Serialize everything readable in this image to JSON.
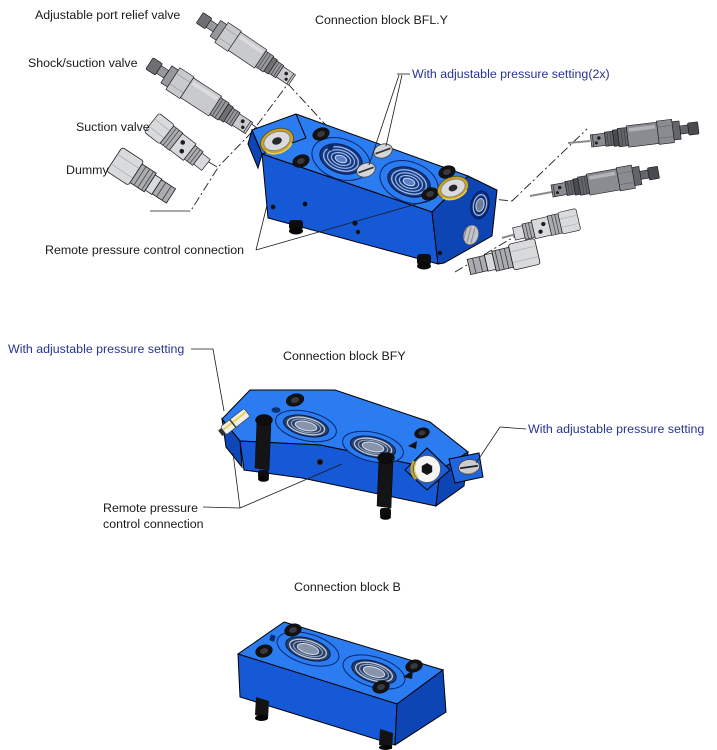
{
  "page": {
    "background": "#FFFFFF"
  },
  "colors": {
    "block_blue_top": "#2B7CF0",
    "block_blue_front": "#1659D6",
    "block_blue_side": "#0E45B5",
    "label_black": "#1A1A1A",
    "label_navy": "#28348F",
    "gold_ring": "#C9A227",
    "yellow_seal": "#E8D44C",
    "valve_gray_light": "#D9DADC",
    "valve_gray_medium": "#97989C",
    "valve_gray_dark": "#63656B"
  },
  "diagram_bfly": {
    "title": "Connection block BFL.Y",
    "labels": {
      "port_relief": "Adjustable port relief valve",
      "shock_suction": "Shock/suction valve",
      "suction": "Suction valve",
      "dummy": "Dummy",
      "pressure_setting": "With adjustable pressure setting(2x)",
      "remote": "Remote pressure control connection"
    }
  },
  "diagram_bfy": {
    "title": "Connection block BFY",
    "labels": {
      "pressure_setting_left": "With adjustable pressure setting",
      "pressure_setting_right": "With adjustable pressure setting",
      "remote_line1": "Remote pressure",
      "remote_line2": "control connection"
    }
  },
  "diagram_b": {
    "title": "Connection block B"
  }
}
